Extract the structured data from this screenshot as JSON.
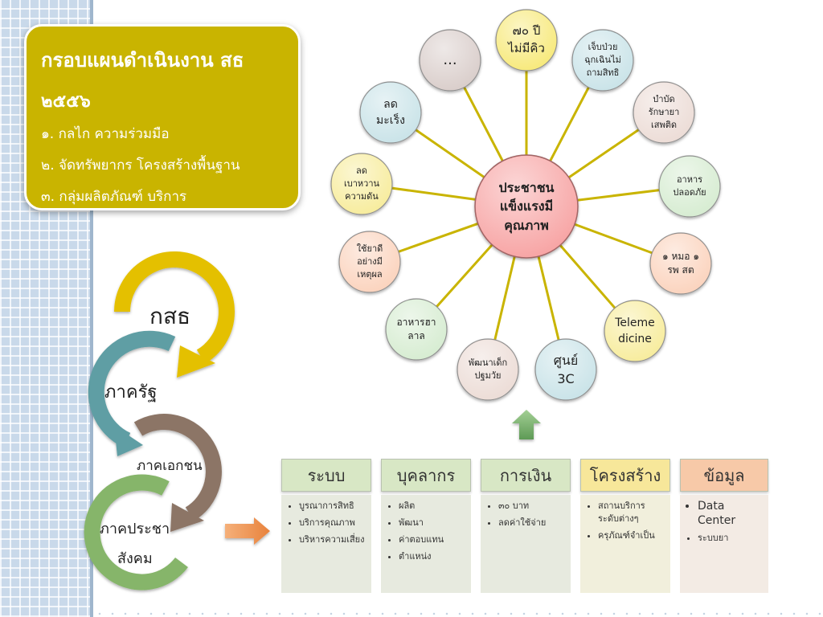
{
  "title_box": {
    "title": "กรอบแผนดำเนินงาน สธ",
    "year": "๒๕๕๖",
    "items": [
      "๑. กลไก ความร่วมมือ",
      "๒. จัดทรัพยากร โครงสร้างพื้นฐาน",
      "๓. กลุ่มผลิตภัณฑ์ บริการ"
    ]
  },
  "hub": {
    "center": {
      "lines": [
        "ประชาชน",
        "แข็งแรงมี",
        "คุณภาพ"
      ],
      "color": "#f7a3a3"
    },
    "nodes": [
      {
        "lines": [
          "..."
        ],
        "color": "#d9cdca"
      },
      {
        "lines": [
          "๗๐ ปี",
          "ไม่มีคิว"
        ],
        "color": "#f7e97a"
      },
      {
        "lines": [
          "เจ็บป่วย",
          "ฉุกเฉินไม่",
          "ถามสิทธิ"
        ],
        "color": "#c9e3e8"
      },
      {
        "lines": [
          "บำบัด",
          "รักษายา",
          "เสพติด"
        ],
        "color": "#ecdcd6"
      },
      {
        "lines": [
          "อาหาร",
          "ปลอดภัย"
        ],
        "color": "#d6ecd1"
      },
      {
        "lines": [
          "๑ หมอ ๑",
          "รพ สต"
        ],
        "color": "#fbd3bd"
      },
      {
        "lines": [
          "Teleme",
          "dicine"
        ],
        "color": "#f7ec9c"
      },
      {
        "lines": [
          "ศูนย์",
          "3C"
        ],
        "color": "#c9e3e8"
      },
      {
        "lines": [
          "พัฒนาเด็ก",
          "ปฐมวัย"
        ],
        "color": "#ecdcd6"
      },
      {
        "lines": [
          "อาหารฮา",
          "ลาล"
        ],
        "color": "#d6ecd1"
      },
      {
        "lines": [
          "ใช้ยาดี",
          "อย่างมี",
          "เหตุผล"
        ],
        "color": "#fbd3bd"
      },
      {
        "lines": [
          "ลด",
          "เบาหวาน",
          "ความดัน"
        ],
        "color": "#f7ec9c"
      },
      {
        "lines": [
          "ลด",
          "มะเร็ง"
        ],
        "color": "#c9e3e8"
      }
    ],
    "spoke_color": "#c9b400"
  },
  "cycle": {
    "labels": [
      "กสธ",
      "ภาครัฐ",
      "ภาคเอกชน",
      "ภาคประชา",
      "สังคม"
    ],
    "colors": [
      "#e4c000",
      "#5f9ea4",
      "#8c7566",
      "#86b56a"
    ]
  },
  "columns": [
    {
      "header": "ระบบ",
      "items": [
        "บูรณาการสิทธิ",
        "บริการคุณภาพ",
        "บริหารความเสี่ยง"
      ],
      "head_color": "#d8e7c5",
      "body_color": "#e7eadf"
    },
    {
      "header": "บุคลากร",
      "items": [
        "ผลิต",
        "พัฒนา",
        "ค่าตอบแทน",
        "ตำแหน่ง"
      ],
      "head_color": "#d8e7c5",
      "body_color": "#e7eadf"
    },
    {
      "header": "การเงิน",
      "items": [
        "๓๐ บาท",
        "ลดค่าใช้จ่าย"
      ],
      "head_color": "#d8e7c5",
      "body_color": "#e7eadf"
    },
    {
      "header": "โครงสร้าง",
      "items": [
        "สถานบริการระดับต่างๆ",
        "ครุภัณฑ์จำเป็น"
      ],
      "head_color": "#f7e79a",
      "body_color": "#f1efdc"
    },
    {
      "header": "ข้อมูล",
      "items": [
        "Data Center",
        "ระบบยา"
      ],
      "head_color": "#f7c9a8",
      "body_color": "#f3ebe4"
    }
  ]
}
